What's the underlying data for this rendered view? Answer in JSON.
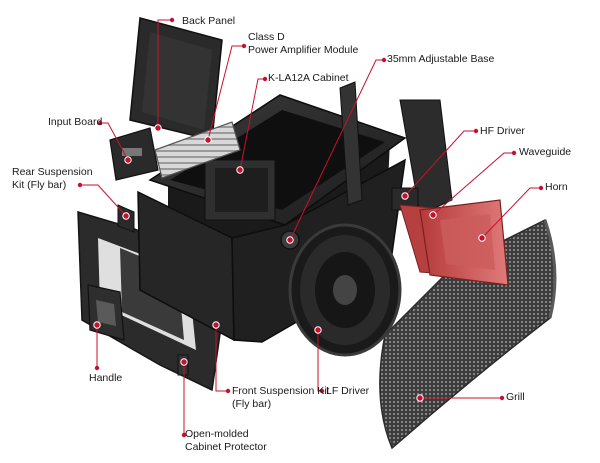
{
  "accent_color": "#c8102e",
  "callouts": [
    {
      "id": "back-panel",
      "lines": [
        "Back Panel"
      ]
    },
    {
      "id": "power-amp",
      "lines": [
        "Class D",
        "Power Amplifier Module"
      ]
    },
    {
      "id": "cabinet",
      "lines": [
        "K-LA12A Cabinet"
      ]
    },
    {
      "id": "adjustable-base",
      "lines": [
        "35mm Adjustable Base"
      ]
    },
    {
      "id": "input-board",
      "lines": [
        "Input Board"
      ]
    },
    {
      "id": "hf-driver",
      "lines": [
        "HF Driver"
      ]
    },
    {
      "id": "rear-suspension",
      "lines": [
        "Rear Suspension",
        "Kit (Fly bar)"
      ]
    },
    {
      "id": "waveguide",
      "lines": [
        "Waveguide"
      ]
    },
    {
      "id": "horn",
      "lines": [
        "Horn"
      ]
    },
    {
      "id": "handle",
      "lines": [
        "Handle"
      ]
    },
    {
      "id": "front-suspension",
      "lines": [
        "Front Suspension Kit",
        "(Fly bar)"
      ]
    },
    {
      "id": "lf-driver",
      "lines": [
        "LF Driver"
      ]
    },
    {
      "id": "grill",
      "lines": [
        "Grill"
      ]
    },
    {
      "id": "cabinet-protector",
      "lines": [
        "Open-molded",
        "Cabinet Protector"
      ]
    }
  ]
}
